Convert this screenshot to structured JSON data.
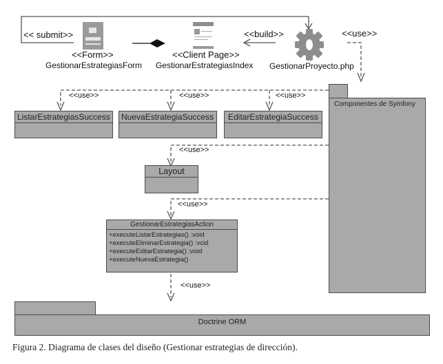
{
  "diagram": {
    "top": {
      "submit_label": "<< submit>>",
      "form": {
        "stereotype": "<<Form>>",
        "name": "GestionarEstrategiasForm",
        "icon": "form-page-icon"
      },
      "client_page": {
        "stereotype": "<<Client Page>>",
        "name": "GestionarEstrategiasIndex",
        "icon": "web-page-icon"
      },
      "build_label": "<<build>>",
      "server_page": {
        "name": "GestionarProyecto.php",
        "icon": "gear-icon"
      },
      "use_label": "<<use>>"
    },
    "packages": {
      "symfony": "Componentes de Symfony",
      "doctrine": "Doctrine ORM"
    },
    "success_classes": [
      {
        "name": "ListarEstrategiasSuccess",
        "use_label": "<<use>>"
      },
      {
        "name": "NuevaEstrategiaSuccess",
        "use_label": "<<use>>"
      },
      {
        "name": "EditarEstrategiaSuccess",
        "use_label": "<<use>>"
      }
    ],
    "layout": {
      "name": "Layout",
      "use_label": "<<use>>"
    },
    "action": {
      "name": "GestionarEstrategiasAction",
      "use_label": "<<use>>",
      "operations": [
        "+executeListarEstrategias() :void",
        "+executeEliminarEstrategia() :vcid",
        "+executeEditarEstrategia() :void",
        "+executeNuevaEstrategia()"
      ],
      "doctrine_use_label": "<<use>>"
    },
    "caption": "Figura 2. Diagrama de clases del diseño (Gestionar estrategias de dirección)."
  }
}
